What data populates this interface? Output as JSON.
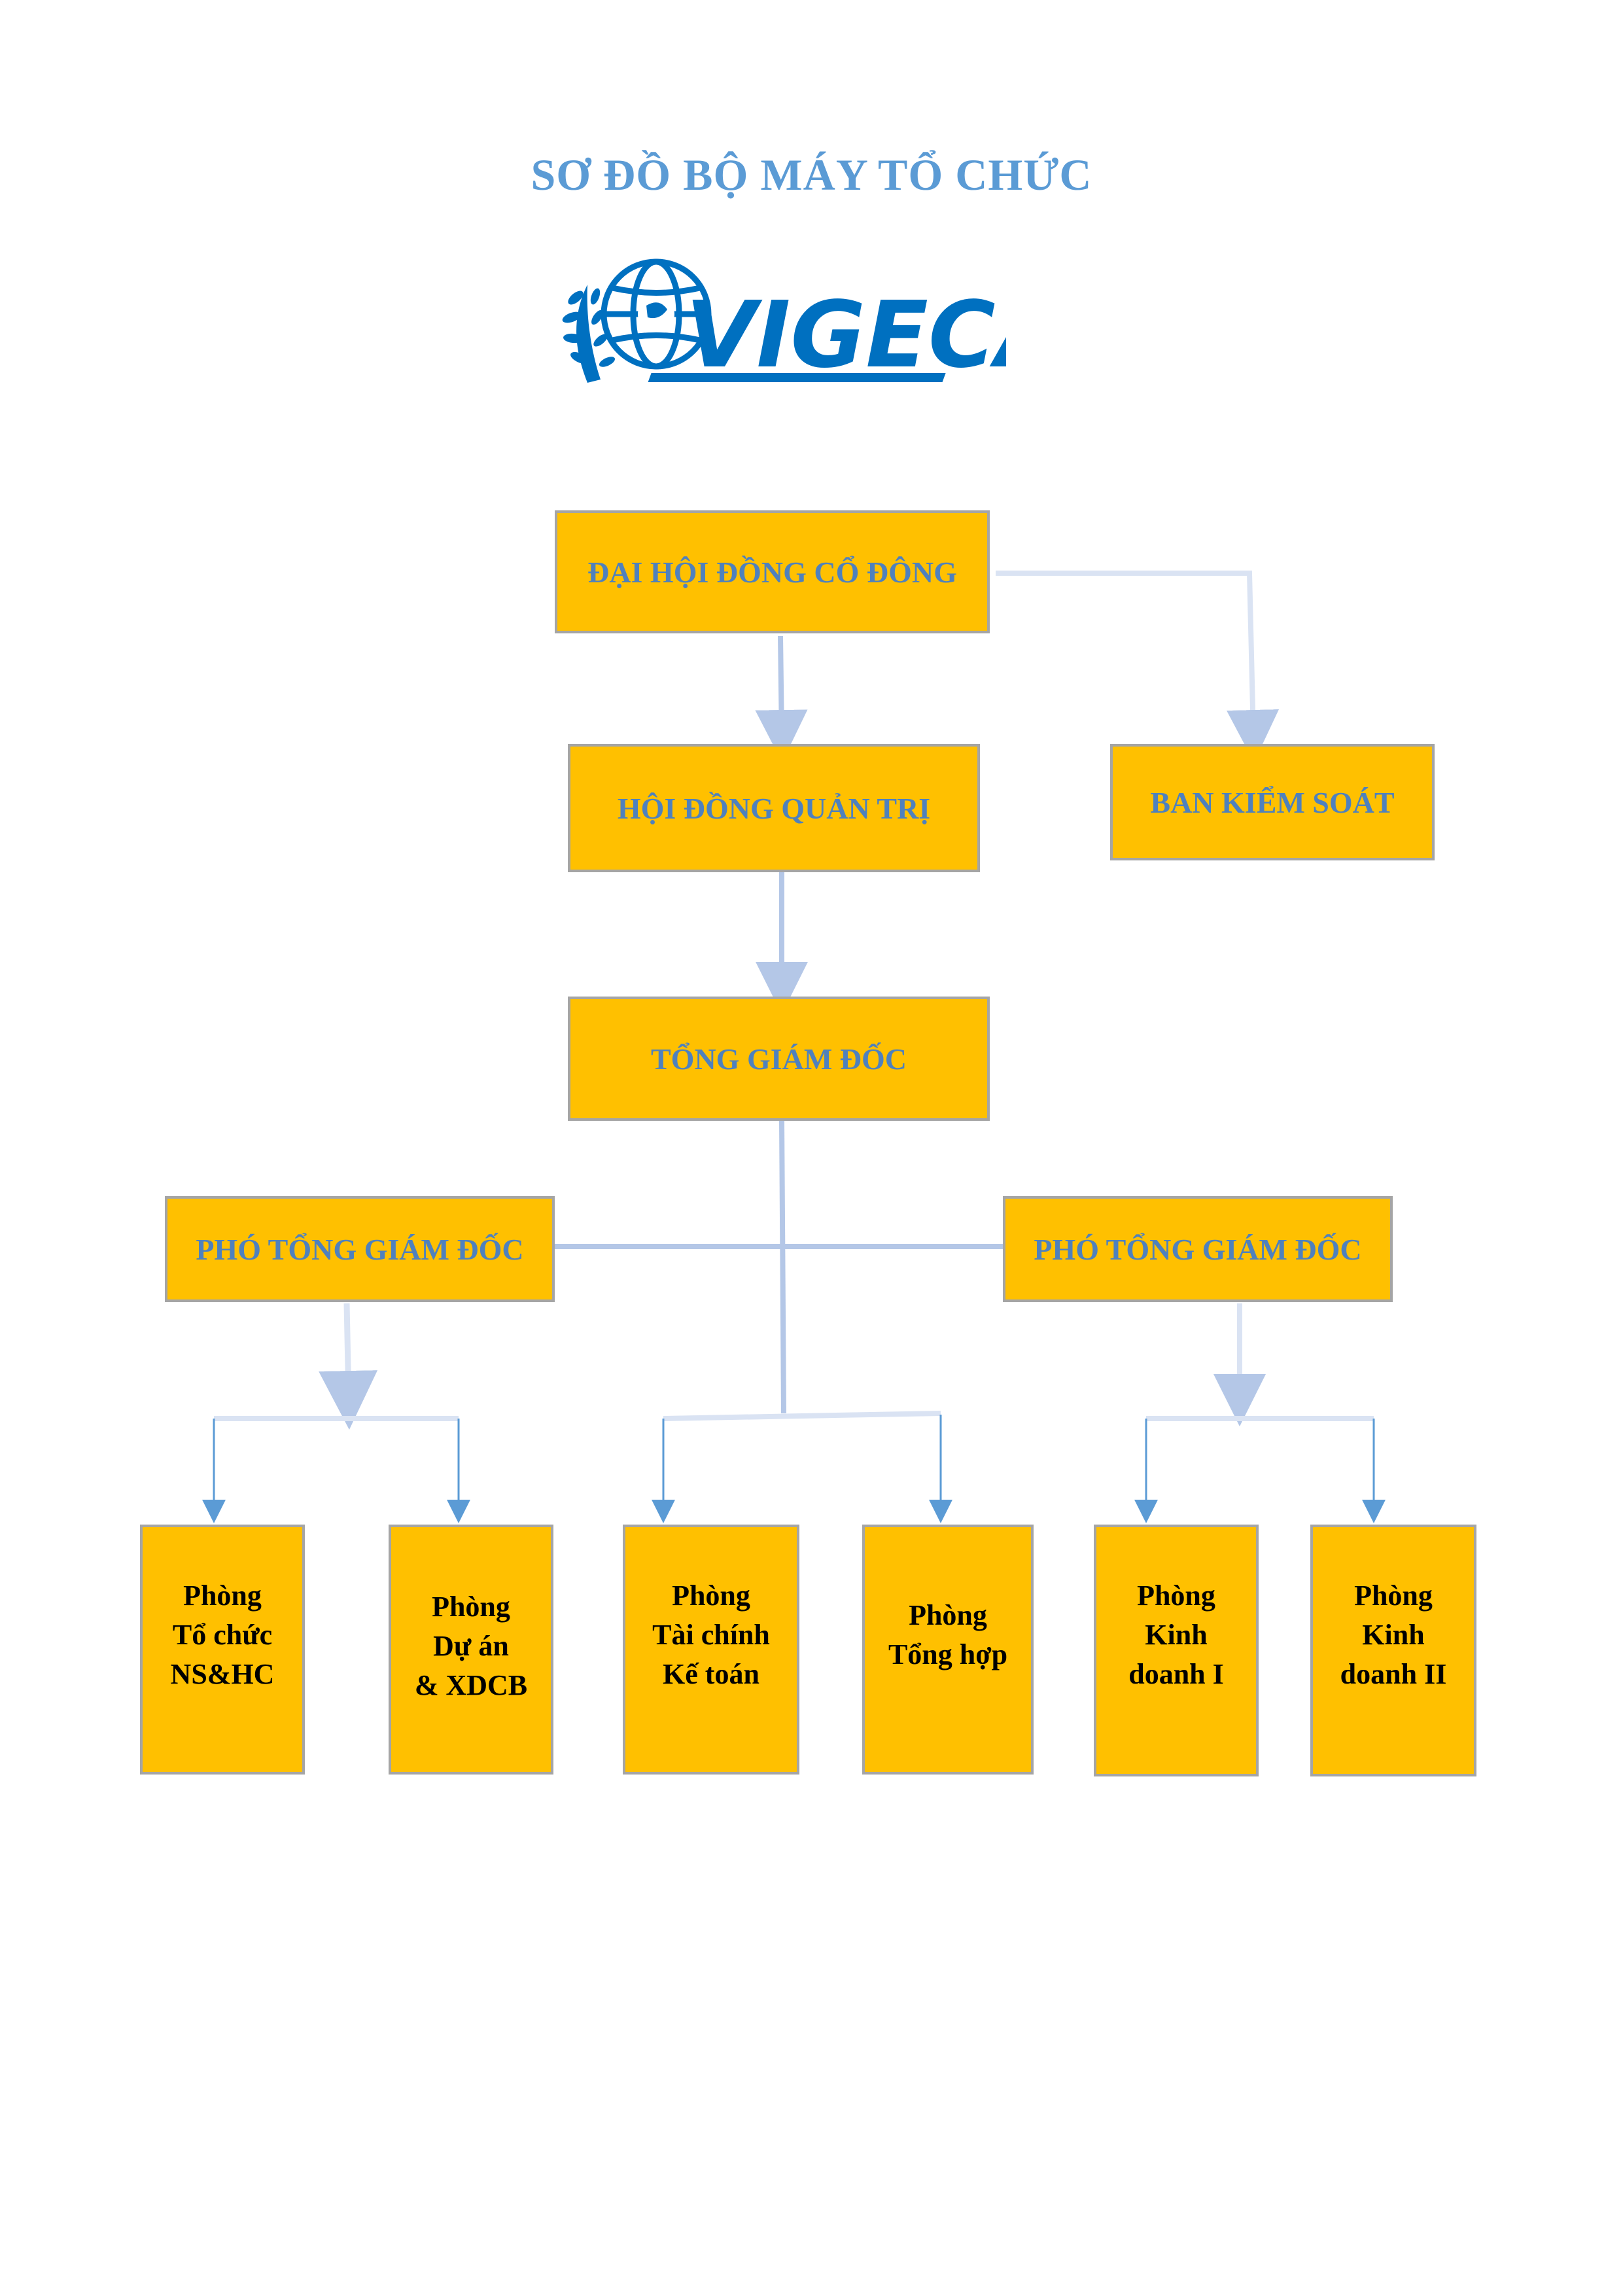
{
  "title": "SƠ ĐỒ BỘ MÁY TỔ CHỨC",
  "logo": {
    "text": "VIGECAM",
    "icon": "globe-laurel-logo-icon",
    "color": "#0070c0"
  },
  "colors": {
    "box_fill": "#ffc000",
    "box_border": "#a5a5a5",
    "top_text": "#4f81bd",
    "dept_text": "#000000",
    "connector_main": "#b4c7e7",
    "connector_thin": "#5b9bd5",
    "title": "#5b9bd5"
  },
  "nodes": {
    "shareholders": "ĐẠI HỘI ĐỒNG CỔ ĐÔNG",
    "board": "HỘI ĐỒNG QUẢN TRỊ",
    "supervisory": "BAN KIỂM SOÁT",
    "ceo": "TỔNG GIÁM ĐỐC",
    "vp_left": "PHÓ TỔNG GIÁM ĐỐC",
    "vp_right": "PHÓ TỔNG GIÁM ĐỐC"
  },
  "departments": [
    "Phòng\nTổ chức\nNS&HC",
    "Phòng\nDự án\n& XDCB",
    "Phòng\nTài chính\nKế toán",
    "Phòng\nTổng hợp",
    "Phòng\nKinh\ndoanh I",
    "Phòng\nKinh\ndoanh II"
  ]
}
